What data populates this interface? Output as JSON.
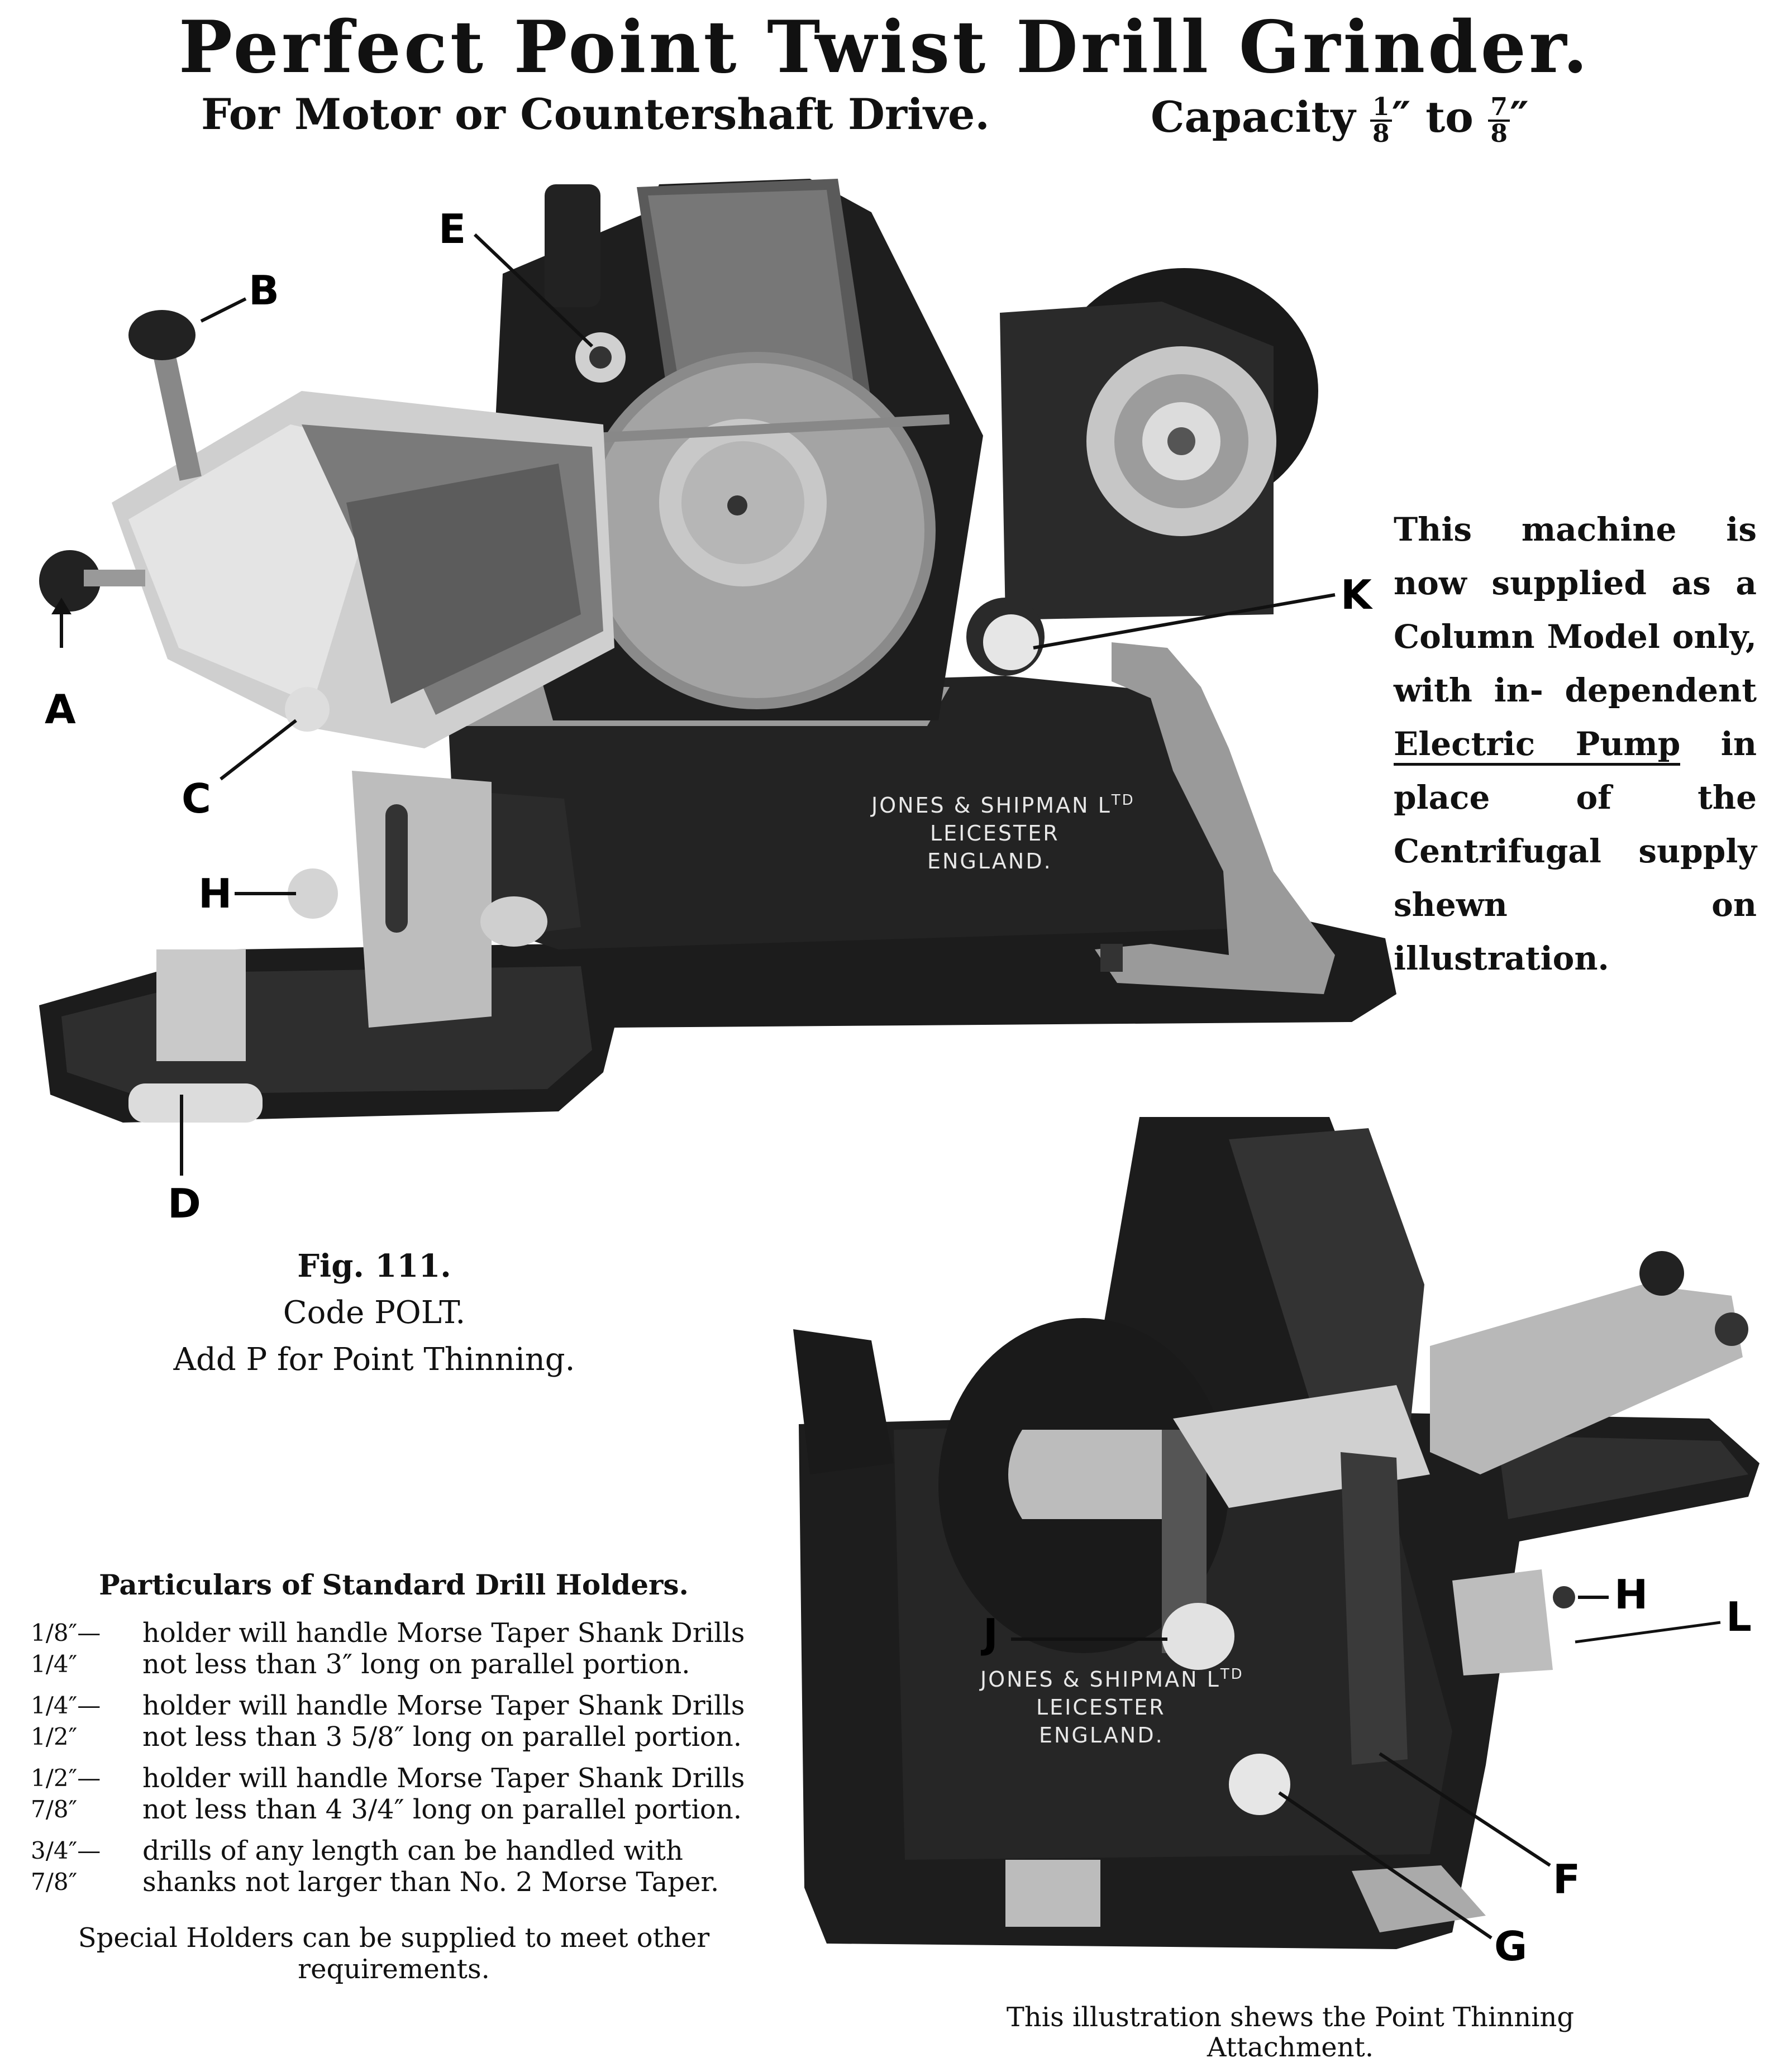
{
  "title": "Perfect Point Twist Drill Grinder.",
  "subtitle_left": "For Motor or Countershaft Drive.",
  "capacity": {
    "label": "Capacity",
    "from_num": "1",
    "from_den": "8",
    "to": "to",
    "to_num": "7",
    "to_den": "8",
    "unit": "″"
  },
  "side_note": {
    "line1": "This machine is now supplied as a Column Model only, with in- dependent",
    "emphasis": "Electric Pump",
    "line2": "in place of the Centrifugal supply shewn on illustration."
  },
  "caption": {
    "fig": "Fig. 111.",
    "code": "Code POLT.",
    "note": "Add P for Point Thinning."
  },
  "nameplate": {
    "line1": "JONES & SHIPMAN L",
    "superscript": "TD",
    "line2": "LEICESTER",
    "line3": "ENGLAND."
  },
  "labels_top": [
    "A",
    "B",
    "C",
    "D",
    "E",
    "H",
    "K"
  ],
  "labels_bottom": [
    "F",
    "G",
    "H",
    "J",
    "L"
  ],
  "particulars": {
    "heading": "Particulars of Standard Drill Holders.",
    "rows": [
      {
        "size": "1/8″—1/4″",
        "text": "holder will handle Morse Taper Shank Drills not less than 3″ long on parallel portion."
      },
      {
        "size": "1/4″—1/2″",
        "text": "holder will handle Morse Taper Shank Drills not less than 3 5/8″ long on parallel portion."
      },
      {
        "size": "1/2″—7/8″",
        "text": "holder will handle Morse Taper Shank Drills not less than 4 3/4″ long on parallel portion."
      },
      {
        "size": "3/4″—7/8″",
        "text": "drills of any length can be handled with shanks not larger than No. 2 Morse Taper."
      }
    ],
    "note": "Special Holders can be supplied to meet other requirements."
  },
  "bottom_caption": "This illustration shews the Point Thinning Attachment."
}
